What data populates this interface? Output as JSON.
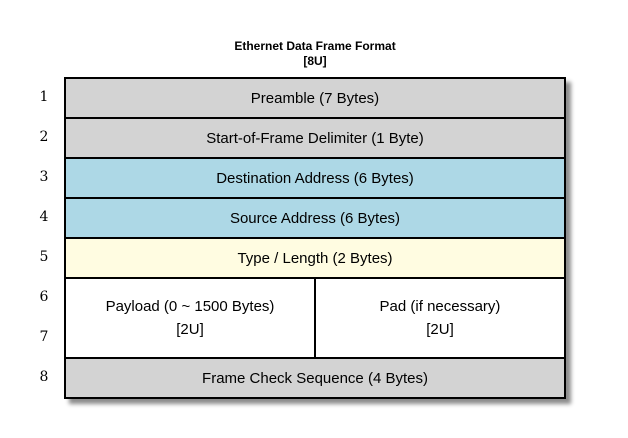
{
  "title": "Ethernet Data Frame Format",
  "subtitle": "[8U]",
  "colors": {
    "row_gray": "#d3d3d3",
    "row_blue": "#add8e6",
    "row_yellow": "#fffce1",
    "row_white": "#ffffff",
    "border": "#000000",
    "background": "#ffffff"
  },
  "row_numbers": [
    "1",
    "2",
    "3",
    "4",
    "5",
    "6",
    "7",
    "8"
  ],
  "rows": [
    {
      "label": "Preamble (7 Bytes)",
      "color": "gray"
    },
    {
      "label": "Start-of-Frame Delimiter (1 Byte)",
      "color": "gray"
    },
    {
      "label": "Destination Address (6 Bytes)",
      "color": "blue"
    },
    {
      "label": "Source Address (6 Bytes)",
      "color": "blue"
    },
    {
      "label": "Type / Length (2 Bytes)",
      "color": "yellow"
    },
    {
      "type": "split",
      "color": "white",
      "cells": [
        {
          "label": "Payload (0 ~ 1500 Bytes)",
          "sub": "[2U]"
        },
        {
          "label": "Pad (if necessary)",
          "sub": "[2U]"
        }
      ]
    },
    {
      "label": "Frame Check Sequence (4 Bytes)",
      "color": "gray"
    }
  ]
}
